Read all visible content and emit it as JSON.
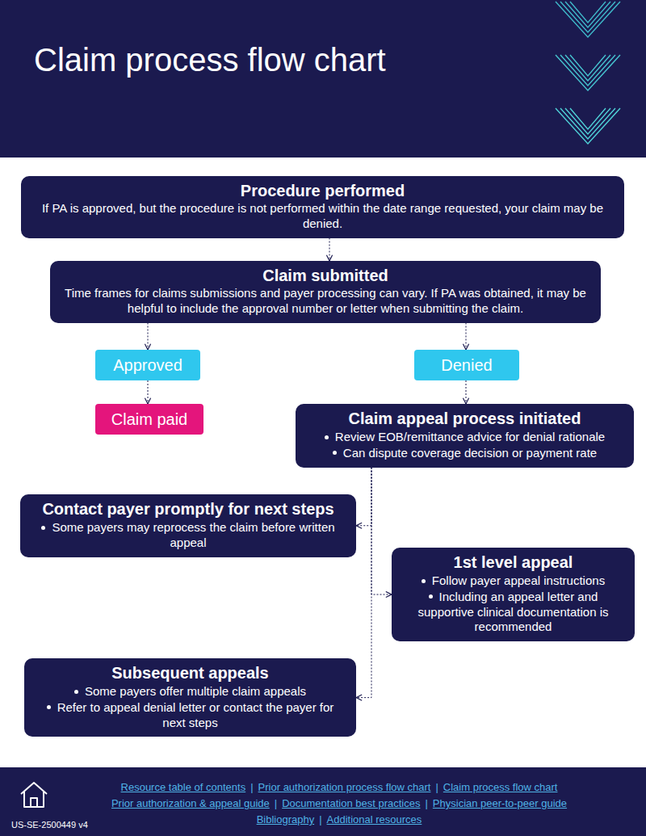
{
  "diagram": {
    "title": "Claim process flow chart",
    "nodes": [
      {
        "text": [
          "Procedure performed",
          "If PA is approved, but the procedure is not performed within the date range requested, your claim may be denied."
        ]
      },
      {
        "text": [
          "Claim submitted",
          "Time frames for claims submissions and payer processing can vary. If PA was obtained, it may be helpful to include the approval number or letter when submitting the claim."
        ]
      },
      {
        "text": [
          "Approved"
        ]
      },
      {
        "text": [
          "Denied"
        ]
      },
      {
        "text": [
          "Claim paid"
        ]
      },
      {
        "text": [
          "Claim appeal process initiated",
          "Review EOB/remittance advice for denial rationale",
          "Can dispute coverage decision or payment rate"
        ]
      },
      {
        "text": [
          "Contact payer promptly for next steps",
          "Some payers may reprocess the claim before written appeal"
        ]
      },
      {
        "text": [
          "1st level appeal",
          "Follow payer appeal instructions",
          "Including an appeal letter and supportive clinical documentation is recommended"
        ]
      },
      {
        "text": [
          "Subsequent appeals",
          "Some payers offer multiple claim appeals",
          "Refer to appeal denial letter or contact the payer for next steps"
        ]
      }
    ],
    "edges": [
      {
        "from": 0,
        "to": 1,
        "arrow": "to"
      },
      {
        "from": 1,
        "to": 2,
        "arrow": "to"
      },
      {
        "from": 1,
        "to": 3,
        "arrow": "to"
      },
      {
        "from": 2,
        "to": 4,
        "arrow": "to"
      },
      {
        "from": 3,
        "to": 5,
        "arrow": "to"
      },
      {
        "from": 5,
        "to": 6,
        "arrow": "to"
      },
      {
        "from": 5,
        "to": 7,
        "arrow": "to"
      },
      {
        "from": 5,
        "to": 8,
        "arrow": "to"
      }
    ],
    "labels": [
      "Resource table of contents",
      "|",
      "Prior authorization process flow chart",
      "|",
      "Claim process flow chart",
      "Prior authorization & appeal guide",
      "|",
      "Documentation best practices",
      "|",
      "Physician peer-to-peer guide",
      "Bibliography",
      "|",
      "Additional resources",
      "US-SE-2500449 v4"
    ]
  }
}
